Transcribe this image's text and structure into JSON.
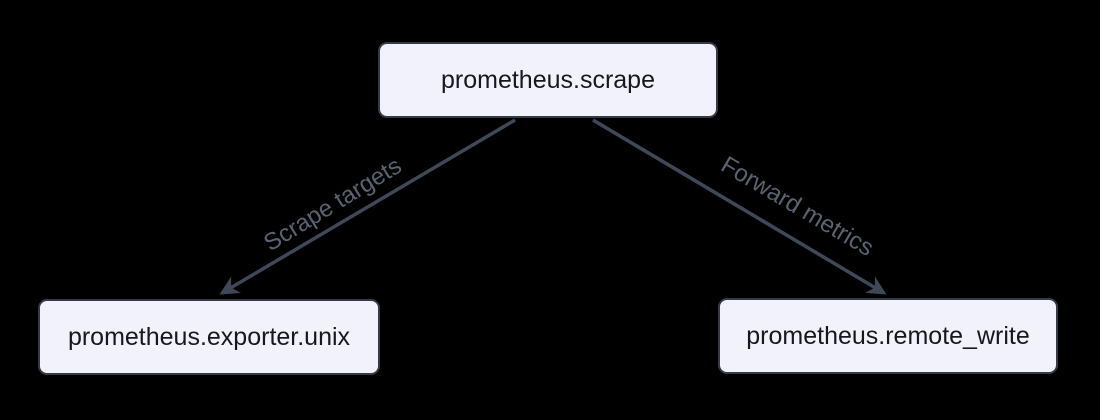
{
  "diagram": {
    "type": "flowchart",
    "background": "#000000",
    "nodes": [
      {
        "id": "scrape",
        "label": "prometheus.scrape"
      },
      {
        "id": "exporter",
        "label": "prometheus.exporter.unix"
      },
      {
        "id": "remote_write",
        "label": "prometheus.remote_write"
      }
    ],
    "edges": [
      {
        "from": "prometheus.scrape",
        "to": "prometheus.exporter.unix",
        "label": "Scrape targets"
      },
      {
        "from": "prometheus.scrape",
        "to": "prometheus.remote_write",
        "label": "Forward metrics"
      }
    ],
    "colors": {
      "background": "#000000",
      "node_fill": "#f2f2fc",
      "node_border": "#343b47",
      "node_text": "#15181d",
      "edge_line": "#3f4856",
      "edge_label_text": "#5a6372"
    }
  }
}
